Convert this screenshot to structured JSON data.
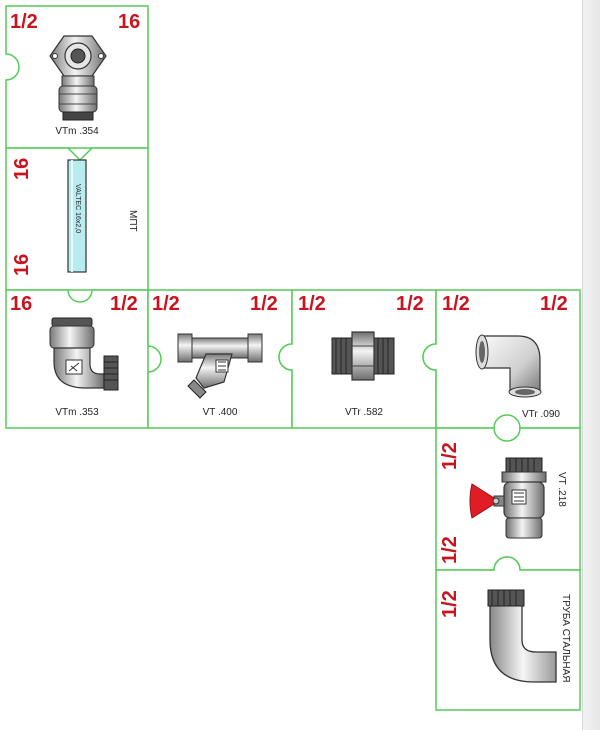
{
  "colors": {
    "tile_border": "#55cc55",
    "size_label": "#c8141e",
    "pipe_fill": "#b9ecf0",
    "valve_handle": "#e01c24",
    "metal_light": "#f4f4f4",
    "metal_dark": "#6e6e6e"
  },
  "tiles": [
    {
      "id": "vtm354",
      "size_left": "1/2",
      "size_right": "16",
      "code": "VTm .354",
      "icon": "wall-mount-elbow-icon"
    },
    {
      "id": "mpt",
      "size_top": "16",
      "size_bottom": "16",
      "pipe_text": "VALTEC 16x2,0",
      "side_label": "МПТ",
      "icon": "metal-plastic-pipe-icon"
    },
    {
      "id": "vtm353",
      "size_left": "16",
      "size_right": "1/2",
      "code": "VTm .353",
      "icon": "press-elbow-male-icon"
    },
    {
      "id": "vt400",
      "size_left": "1/2",
      "size_right": "1/2",
      "code": "VT .400",
      "icon": "y-strainer-icon"
    },
    {
      "id": "vtr582",
      "size_left": "1/2",
      "size_right": "1/2",
      "code": "VTr .582",
      "icon": "hex-nipple-icon"
    },
    {
      "id": "vtr090",
      "size_left": "1/2",
      "size_right": "1/2",
      "code": "VTr .090",
      "icon": "threaded-elbow-icon"
    },
    {
      "id": "vt218",
      "size_top": "1/2",
      "size_bottom": "1/2",
      "code": "VT .218",
      "icon": "ball-valve-butterfly-icon"
    },
    {
      "id": "steel",
      "size_top": "1/2",
      "side_label": "ТРУБА СТАЛЬНАЯ",
      "icon": "steel-pipe-bend-icon"
    }
  ]
}
